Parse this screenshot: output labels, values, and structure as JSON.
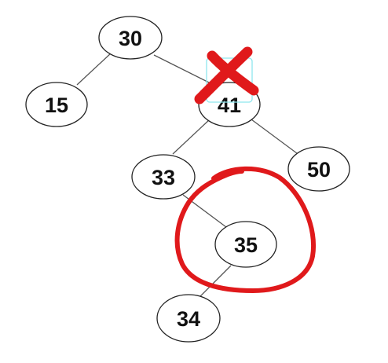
{
  "tree": {
    "nodes": [
      {
        "id": "n30",
        "label": "30"
      },
      {
        "id": "n15",
        "label": "15"
      },
      {
        "id": "n41",
        "label": "41"
      },
      {
        "id": "n33",
        "label": "33"
      },
      {
        "id": "n50",
        "label": "50"
      },
      {
        "id": "n35",
        "label": "35"
      },
      {
        "id": "n34",
        "label": "34"
      }
    ],
    "edges": [
      {
        "from": "n30",
        "to": "n15"
      },
      {
        "from": "n30",
        "to": "n41"
      },
      {
        "from": "n41",
        "to": "n33"
      },
      {
        "from": "n41",
        "to": "n50"
      },
      {
        "from": "n33",
        "to": "n35"
      },
      {
        "from": "n35",
        "to": "n34"
      }
    ]
  },
  "annotations": {
    "deleted_node": "n41",
    "highlighted_node": "n35",
    "mark_color": "#e0191b",
    "selection_color": "#8ee6ee"
  }
}
